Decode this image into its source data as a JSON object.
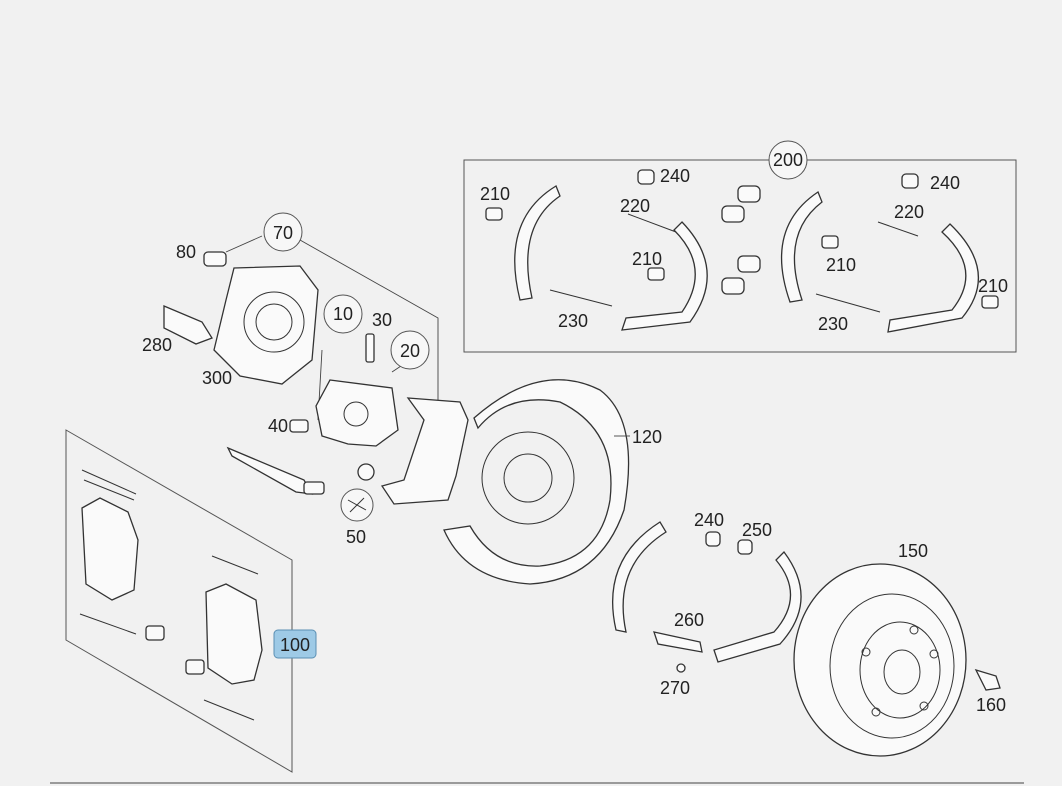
{
  "callouts": {
    "c10": "10",
    "c20": "20",
    "c30": "30",
    "c40": "40",
    "c50": "50",
    "c70": "70",
    "c80": "80",
    "c100": "100",
    "c120": "120",
    "c150": "150",
    "c160": "160",
    "c200": "200",
    "c210_a": "210",
    "c210_b": "210",
    "c210_c": "210",
    "c210_d": "210",
    "c220_a": "220",
    "c220_b": "220",
    "c230_a": "230",
    "c230_b": "230",
    "c240_a": "240",
    "c240_b": "240",
    "c240_c": "240",
    "c250": "250",
    "c260": "260",
    "c270": "270",
    "c280": "280",
    "c300": "300"
  },
  "highlight": {
    "selected_callout": "100",
    "color": "#9ecae6"
  },
  "colors": {
    "background": "#f1f1f1",
    "line": "#333333"
  }
}
